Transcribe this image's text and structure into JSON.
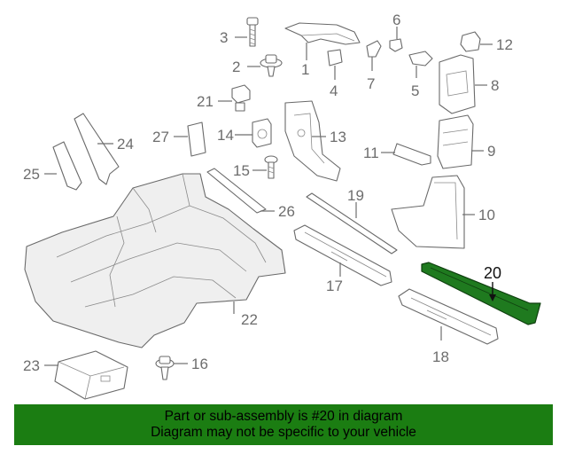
{
  "callouts": {
    "c1": "1",
    "c2": "2",
    "c3": "3",
    "c4": "4",
    "c5": "5",
    "c6": "6",
    "c7": "7",
    "c8": "8",
    "c9": "9",
    "c10": "10",
    "c11": "11",
    "c12": "12",
    "c13": "13",
    "c14": "14",
    "c15": "15",
    "c16": "16",
    "c17": "17",
    "c18": "18",
    "c19": "19",
    "c20": "20",
    "c21": "21",
    "c22": "22",
    "c23": "23",
    "c24": "24",
    "c25": "25",
    "c26": "26",
    "c27": "27"
  },
  "highlight": {
    "part_number": "20",
    "color": "#1f7a1f"
  },
  "footer": {
    "line1": "Part or sub-assembly is #20 in diagram",
    "line2": "Diagram may not be specific to your vehicle",
    "background": "#1b7d12"
  }
}
